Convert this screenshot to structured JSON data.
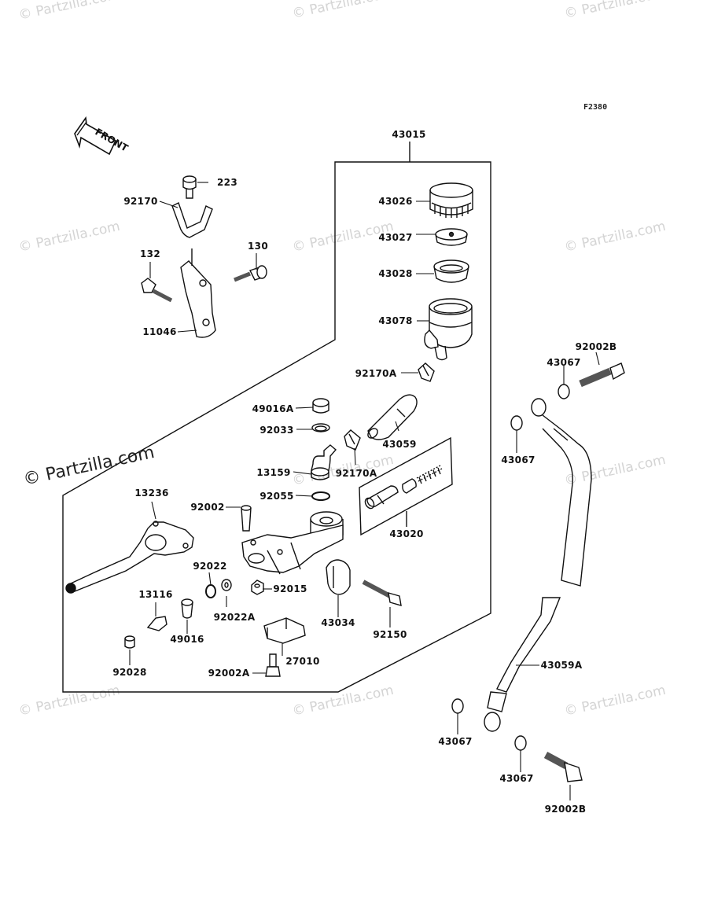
{
  "figure_code": "F2380",
  "front_label": "FRONT",
  "watermark": "© Partzilla.com",
  "watermark_main": "© Partzilla.com",
  "parts": [
    {
      "id": "43015"
    },
    {
      "id": "43026"
    },
    {
      "id": "43027"
    },
    {
      "id": "43028"
    },
    {
      "id": "43078"
    },
    {
      "id": "92170A"
    },
    {
      "id": "43059"
    },
    {
      "id": "92170A"
    },
    {
      "id": "49016A"
    },
    {
      "id": "92033"
    },
    {
      "id": "13159"
    },
    {
      "id": "92055"
    },
    {
      "id": "43020"
    },
    {
      "id": "223"
    },
    {
      "id": "92170"
    },
    {
      "id": "130"
    },
    {
      "id": "132"
    },
    {
      "id": "11046"
    },
    {
      "id": "13236"
    },
    {
      "id": "92002"
    },
    {
      "id": "92022"
    },
    {
      "id": "92022A"
    },
    {
      "id": "92015"
    },
    {
      "id": "43034"
    },
    {
      "id": "92150"
    },
    {
      "id": "13116"
    },
    {
      "id": "49016"
    },
    {
      "id": "27010"
    },
    {
      "id": "92028"
    },
    {
      "id": "92002A"
    },
    {
      "id": "92002B"
    },
    {
      "id": "43067"
    },
    {
      "id": "43067"
    },
    {
      "id": "43059A"
    },
    {
      "id": "43067"
    },
    {
      "id": "43067"
    },
    {
      "id": "92002B"
    }
  ]
}
